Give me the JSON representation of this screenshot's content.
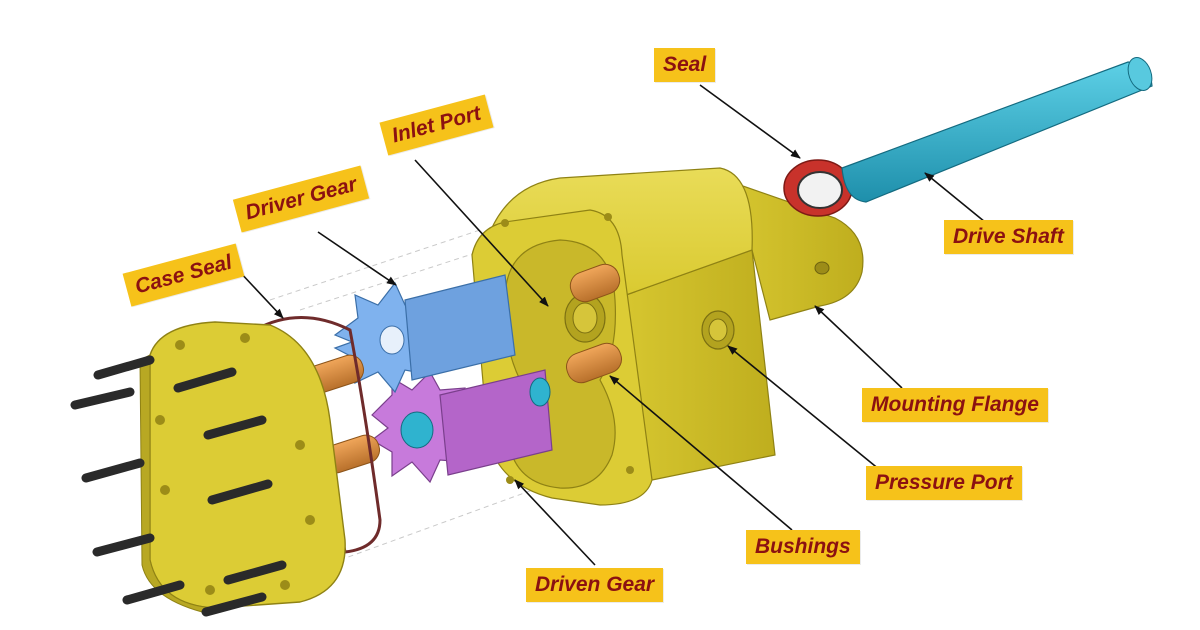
{
  "diagram": {
    "labels": {
      "seal": "Seal",
      "inlet_port": "Inlet Port",
      "driver_gear": "Driver Gear",
      "case_seal": "Case Seal",
      "drive_shaft": "Drive Shaft",
      "mounting_flange": "Mounting Flange",
      "pressure_port": "Pressure Port",
      "bushings": "Bushings",
      "driven_gear": "Driven Gear"
    },
    "colors": {
      "housing": "#e4d53c",
      "driver_gear": "#7fb2ee",
      "driven_gear": "#c77adb",
      "bushing": "#d98b3c",
      "shaft": "#2fb3cf",
      "seal": "#c8322b",
      "label_bg": "#f6c21a",
      "label_text": "#8b1111"
    }
  }
}
